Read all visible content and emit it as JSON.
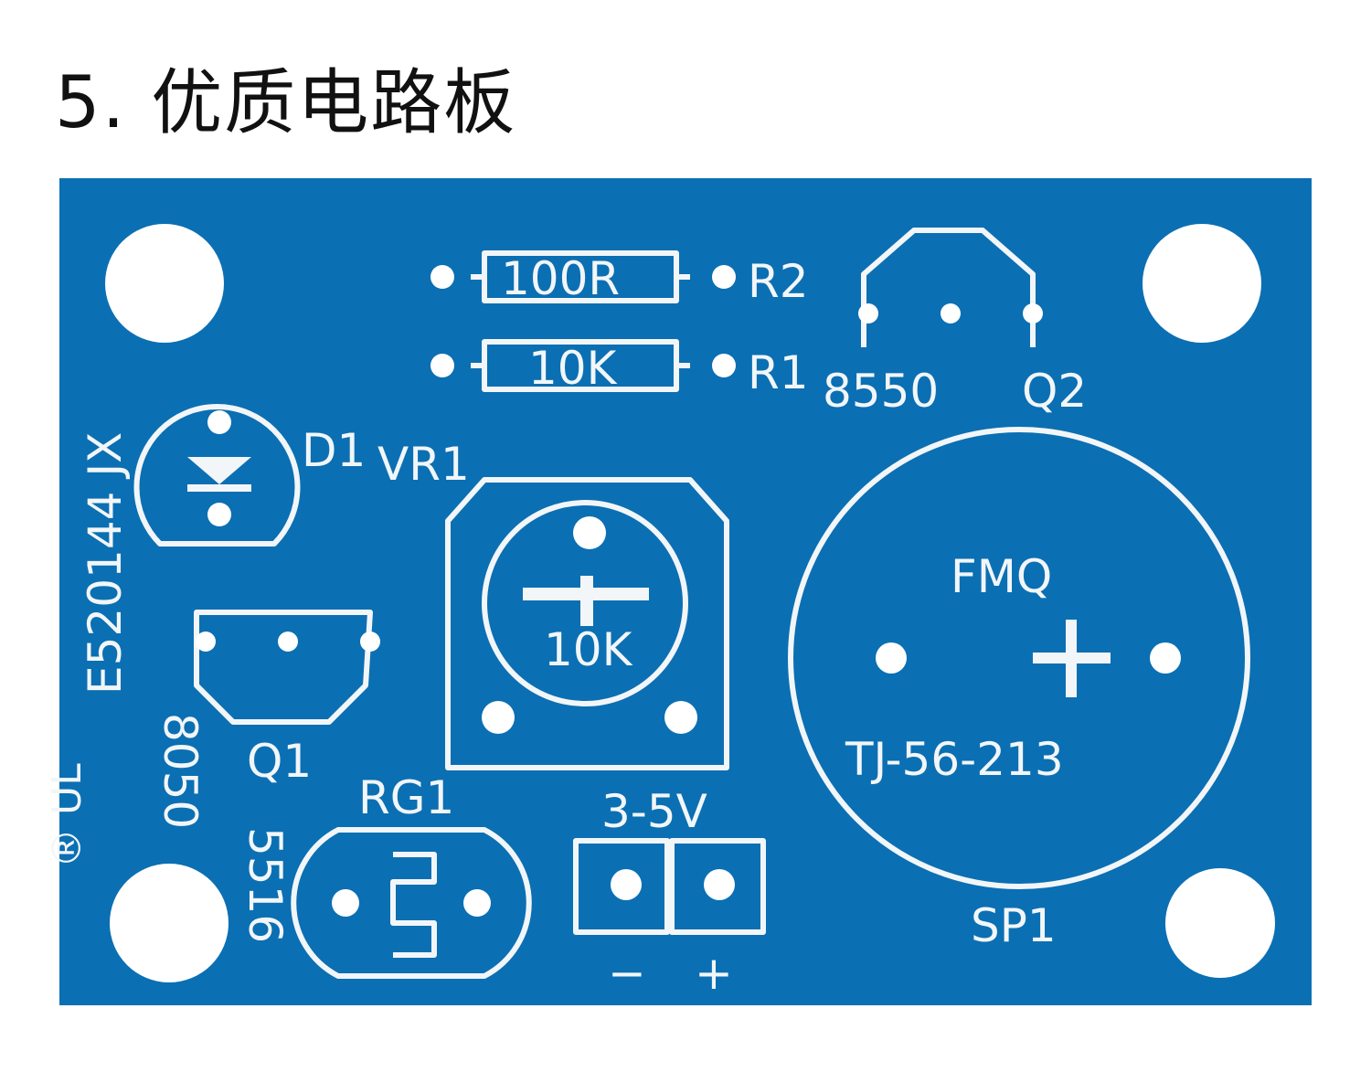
{
  "title": "5. 优质电路板",
  "board": {
    "color": "#0b6fb3",
    "silkscreen_color": "#f2f6f8",
    "labels": {
      "r2_value": "100R",
      "r2": "R2",
      "r1_value": "10K",
      "r1": "R1",
      "q2_part": "8550",
      "q2": "Q2",
      "d1": "D1",
      "vr1": "VR1",
      "vr1_value": "10K",
      "board_code": "E520144 JX",
      "q1_part": "8050",
      "q1": "Q1",
      "rg1": "RG1",
      "rg1_part": "5516",
      "voltage": "3-5V",
      "minus": "−",
      "plus": "+",
      "buzzer_type": "FMQ",
      "buzzer_part": "TJ-56-213",
      "sp1": "SP1",
      "logo": "® UL"
    }
  }
}
